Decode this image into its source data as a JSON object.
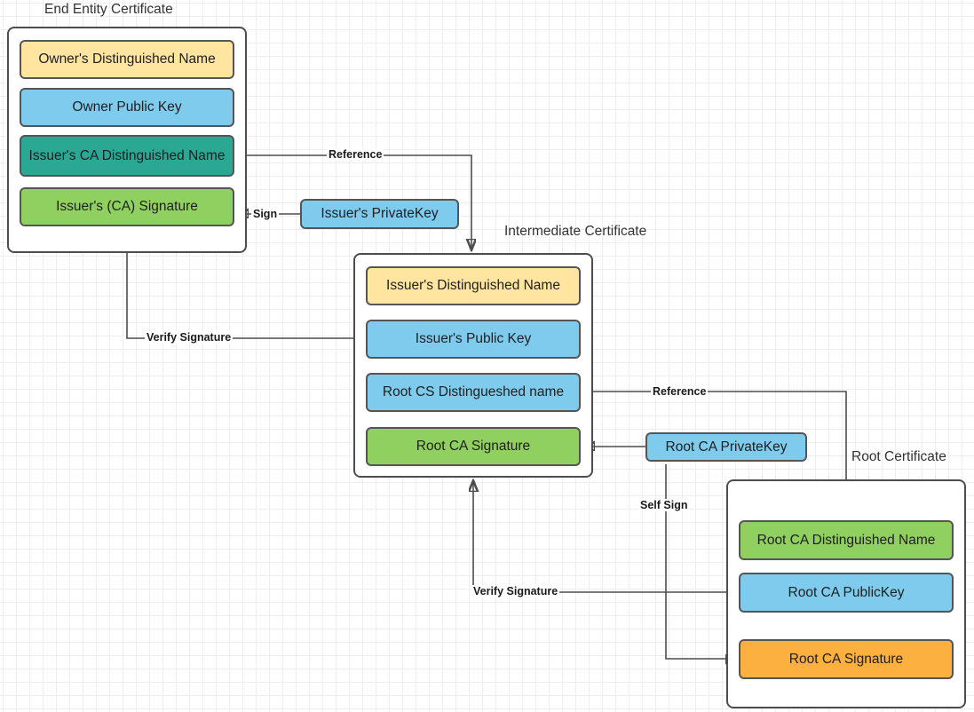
{
  "diagram": {
    "title_end_entity": "End Entity Certificate",
    "title_intermediate": "Intermediate Certificate",
    "title_root": "Root Certificate"
  },
  "end_entity_certificate": {
    "label": "End Entity Certificate",
    "fields": [
      {
        "label": "Owner's Distinguished Name",
        "color": "#ffe5a0"
      },
      {
        "label": "Owner Public  Key",
        "color": "#7fcbed"
      },
      {
        "label": "Issuer's CA Distinguished Name",
        "color": "#2ba894"
      },
      {
        "label": "Issuer's (CA) Signature",
        "color": "#90d060"
      }
    ]
  },
  "intermediate_certificate": {
    "label": "Intermediate Certificate",
    "fields": [
      {
        "label": "Issuer's Distinguished Name",
        "color": "#ffe5a0"
      },
      {
        "label": "Issuer's Public  Key",
        "color": "#7fcbed"
      },
      {
        "label": "Root CS Distingueshed name",
        "color": "#7fcbed"
      },
      {
        "label": "Root CA Signature",
        "color": "#90d060"
      }
    ]
  },
  "root_certificate": {
    "label": "Root Certificate",
    "fields": [
      {
        "label": "Root CA Distinguished Name",
        "color": "#90d060"
      },
      {
        "label": "Root CA PublicKey",
        "color": "#7fcbed"
      },
      {
        "label": "Root CA Signature",
        "color": "#fbb040"
      }
    ]
  },
  "keys": {
    "issuer_private_key": "Issuer's PrivateKey",
    "root_ca_private_key": "Root CA PrivateKey"
  },
  "edges": {
    "reference_top": "Reference",
    "sign": "Sign",
    "verify_signature_top": "Verify Signature",
    "reference_bottom": "Reference",
    "self_sign": "Self Sign",
    "verify_signature_bottom": "Verify Signature"
  },
  "colors": {
    "yellow": "#ffe5a0",
    "blue": "#7fcbed",
    "teal": "#2ba894",
    "green": "#90d060",
    "orange": "#fbb040",
    "stroke": "#4d4d4d",
    "grid_minor": "#eeeeee",
    "grid_major": "#d8d8d8"
  }
}
